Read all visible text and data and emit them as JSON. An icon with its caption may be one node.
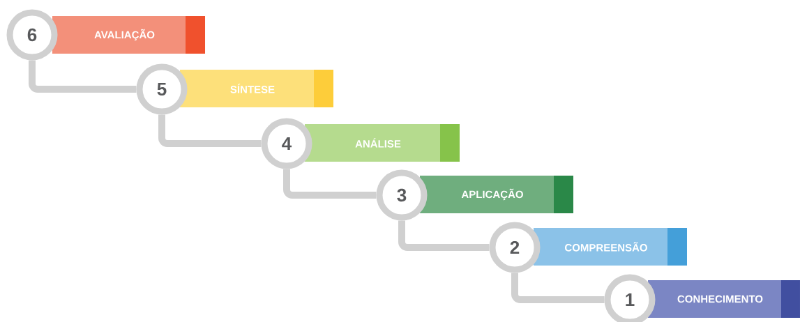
{
  "diagram": {
    "nodes": [
      {
        "text": [
          "6"
        ]
      },
      {
        "text": [
          "AVALIAÇÃO"
        ]
      },
      {
        "text": [
          "5"
        ]
      },
      {
        "text": [
          "SÍNTESE"
        ]
      },
      {
        "text": [
          "4"
        ]
      },
      {
        "text": [
          "ANÁLISE"
        ]
      },
      {
        "text": [
          "3"
        ]
      },
      {
        "text": [
          "APLICAÇÃO"
        ]
      },
      {
        "text": [
          "2"
        ]
      },
      {
        "text": [
          "COMPREENSÃO"
        ]
      },
      {
        "text": [
          "1"
        ]
      },
      {
        "text": [
          "CONHECIMENTO"
        ]
      }
    ],
    "edges": [
      {
        "from": 0,
        "to": 2,
        "arrow": "none"
      },
      {
        "from": 2,
        "to": 4,
        "arrow": "none"
      },
      {
        "from": 4,
        "to": 6,
        "arrow": "none"
      },
      {
        "from": 6,
        "to": 8,
        "arrow": "none"
      },
      {
        "from": 8,
        "to": 10,
        "arrow": "none"
      }
    ]
  }
}
